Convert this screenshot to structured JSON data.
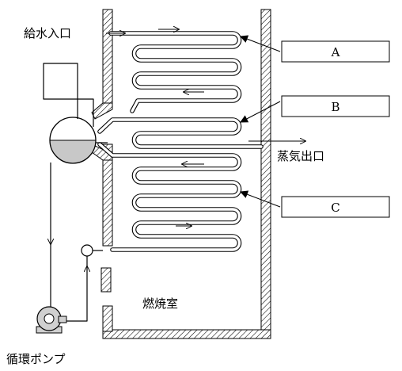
{
  "labels": {
    "feedwater_inlet": "給水入口",
    "steam_outlet": "蒸気出口",
    "furnace": "燃焼室",
    "circulation_pump": "循環ポンプ"
  },
  "answer_boxes": [
    {
      "label": "A"
    },
    {
      "label": "B"
    },
    {
      "label": "C"
    }
  ],
  "colors": {
    "line": "#000000",
    "water": "#c8c8c8",
    "background": "#ffffff"
  }
}
